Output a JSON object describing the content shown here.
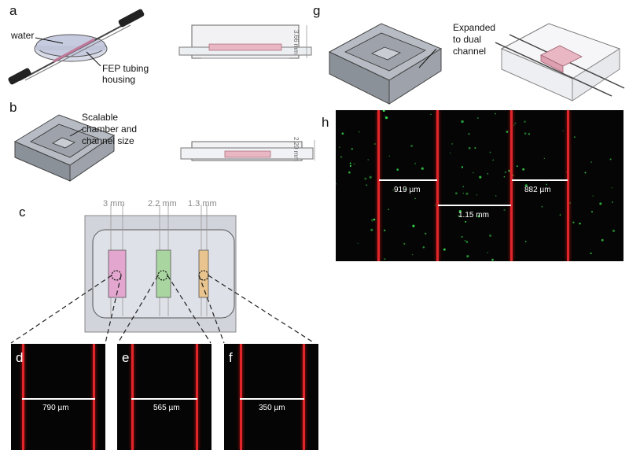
{
  "panels": {
    "a": {
      "letter": "a",
      "water_label": "water",
      "tubing_label": "FEP tubing housing",
      "tubing_line1": "FEP tubing",
      "tubing_line2": "housing",
      "dimension": "3.66 mm"
    },
    "b": {
      "letter": "b",
      "annotation_line1": "Scalable",
      "annotation_line2": "chamber and",
      "annotation_line3": "channel size",
      "dimension": "2.20 mm"
    },
    "c": {
      "letter": "c",
      "channel_widths": [
        "3 mm",
        "2.2 mm",
        "1.3 mm"
      ],
      "channel_colors": [
        "#e3a6cf",
        "#a9d6a0",
        "#e9c48e"
      ]
    },
    "d": {
      "letter": "d",
      "measurement": "790 µm"
    },
    "e": {
      "letter": "e",
      "measurement": "565 µm"
    },
    "f": {
      "letter": "f",
      "measurement": "350 µm"
    },
    "g": {
      "letter": "g",
      "annotation_line1": "Expanded",
      "annotation_line2": "to dual",
      "annotation_line3": "channel"
    },
    "h": {
      "letter": "h",
      "measurements": [
        "919 µm",
        "1.15 mm",
        "882 µm"
      ]
    }
  },
  "colors": {
    "channel_wall": "#e0262a",
    "bead": "#37d64a",
    "housing_gray": "#8b9199",
    "housing_top": "#b7bcc4",
    "pink_chamber": "#e8b7c3"
  }
}
